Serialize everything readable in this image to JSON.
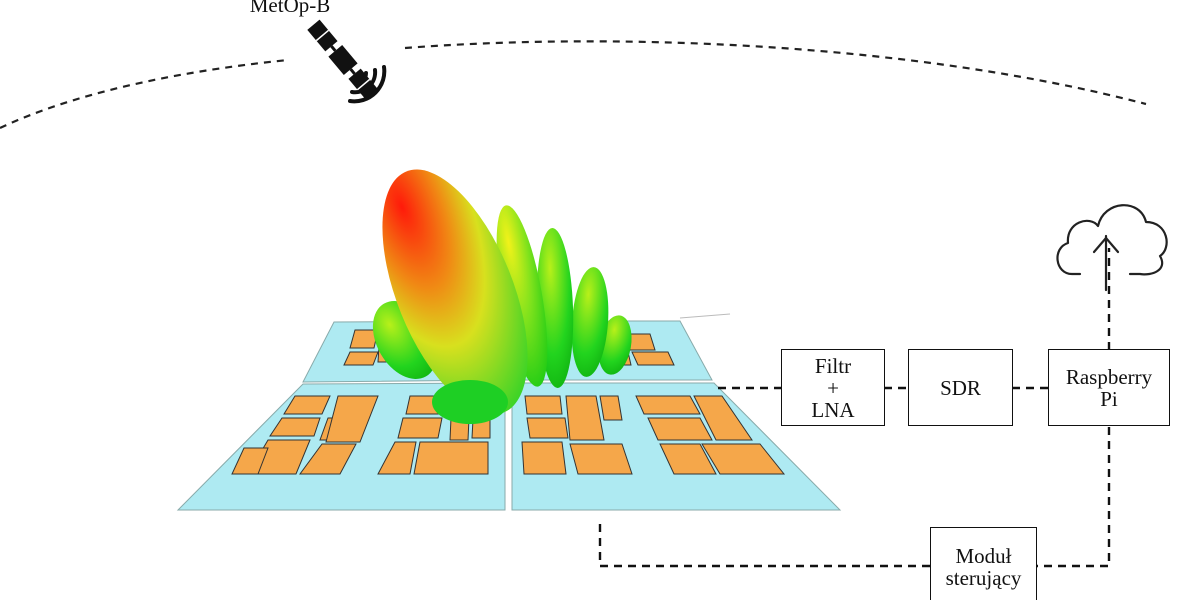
{
  "satellite": {
    "label": "MetOp-B",
    "icon": "satellite-icon"
  },
  "cloud": {
    "icon": "cloud-upload-icon"
  },
  "blocks": {
    "filter": {
      "line1": "Filtr",
      "line2": "+",
      "line3": "LNA"
    },
    "sdr": {
      "label": "SDR"
    },
    "rpi": {
      "line1": "Raspberry",
      "line2": "Pi"
    },
    "control": {
      "line1": "Moduł",
      "line2": "sterujący"
    }
  },
  "colors": {
    "substrate": "#aeeaf2",
    "patch": "#f5a74a",
    "beam_main": "#e8240c",
    "beam_side": "#1ed21e"
  }
}
